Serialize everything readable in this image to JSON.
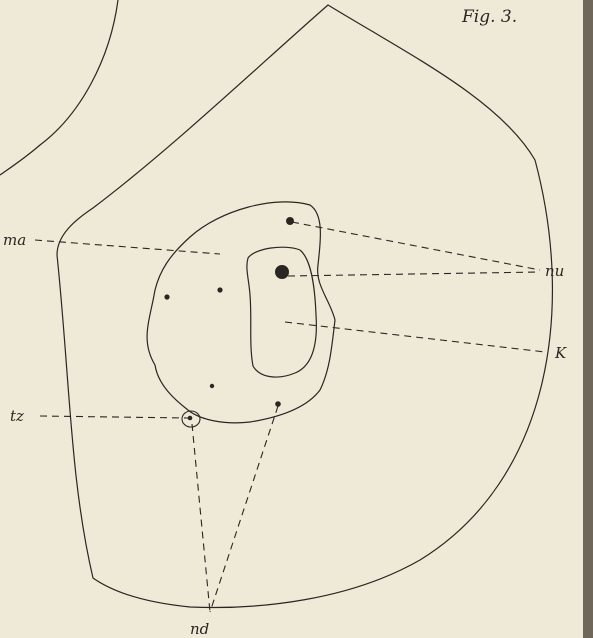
{
  "figure": {
    "title": "Fig. 3."
  },
  "labels": {
    "ma": "ma",
    "nu": "nu",
    "k": "K",
    "tz": "tz",
    "nd": "nd"
  },
  "colors": {
    "ink": "#2a2621",
    "paper": "#efe9d8",
    "edge": "#6e675a"
  }
}
